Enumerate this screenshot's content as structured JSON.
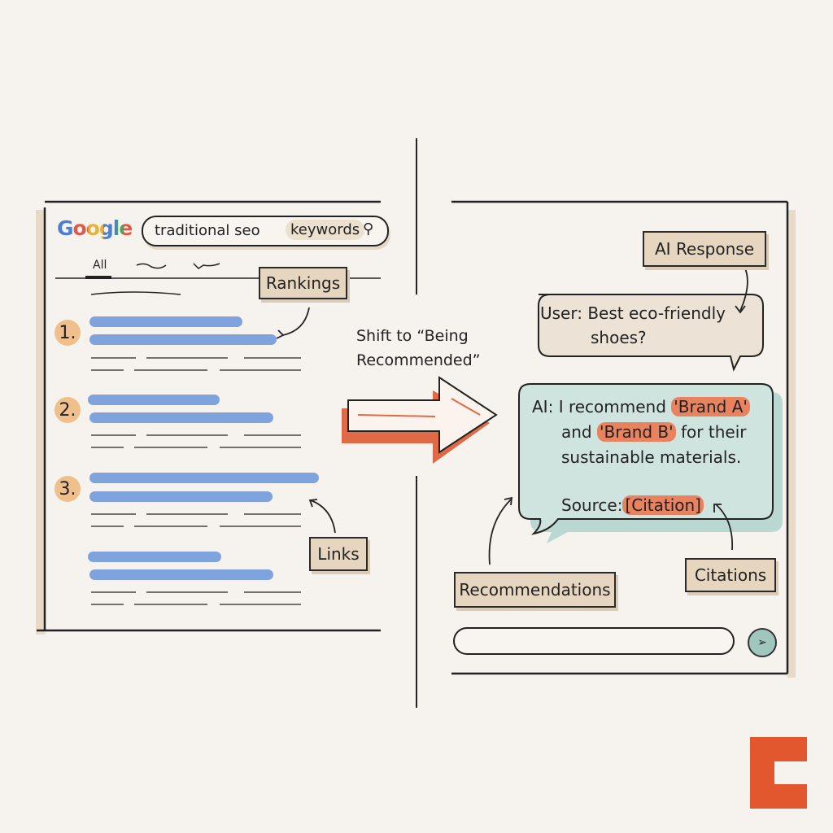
{
  "search_panel": {
    "logo": "Google",
    "search_query": "traditional seo",
    "search_keyword_chip": "keywords",
    "tabs": [
      "All"
    ],
    "results": [
      {
        "rank": "1."
      },
      {
        "rank": "2."
      },
      {
        "rank": "3."
      },
      {
        "rank": ""
      }
    ],
    "labels": {
      "rankings": "Rankings",
      "links": "Links"
    }
  },
  "transition": {
    "line1": "Shift to “Being",
    "line2": "Recommended”"
  },
  "ai_panel": {
    "label_ai_response": "AI Response",
    "user_message": {
      "line1": "User: Best eco-friendly",
      "line2": "shoes?"
    },
    "ai_message": {
      "prefix": "AI:",
      "text1": "I recommend",
      "brand_a": "'Brand A'",
      "text2": "and",
      "brand_b": "'Brand B'",
      "text3": "for their",
      "text4": "sustainable materials.",
      "source_label": "Source:",
      "citation": "[Citation]"
    },
    "labels": {
      "recommendations": "Recommendations",
      "citations": "Citations"
    },
    "chat_input": {
      "value": ""
    },
    "send_icon": "send-icon"
  },
  "colors": {
    "background": "#f6f3ee",
    "link_blue": "#7fa3dd",
    "accent_orange": "#e9825e",
    "ai_bubble": "#cfe3df",
    "user_bubble": "#ece3d6",
    "label_bg": "#e6d6c0"
  }
}
